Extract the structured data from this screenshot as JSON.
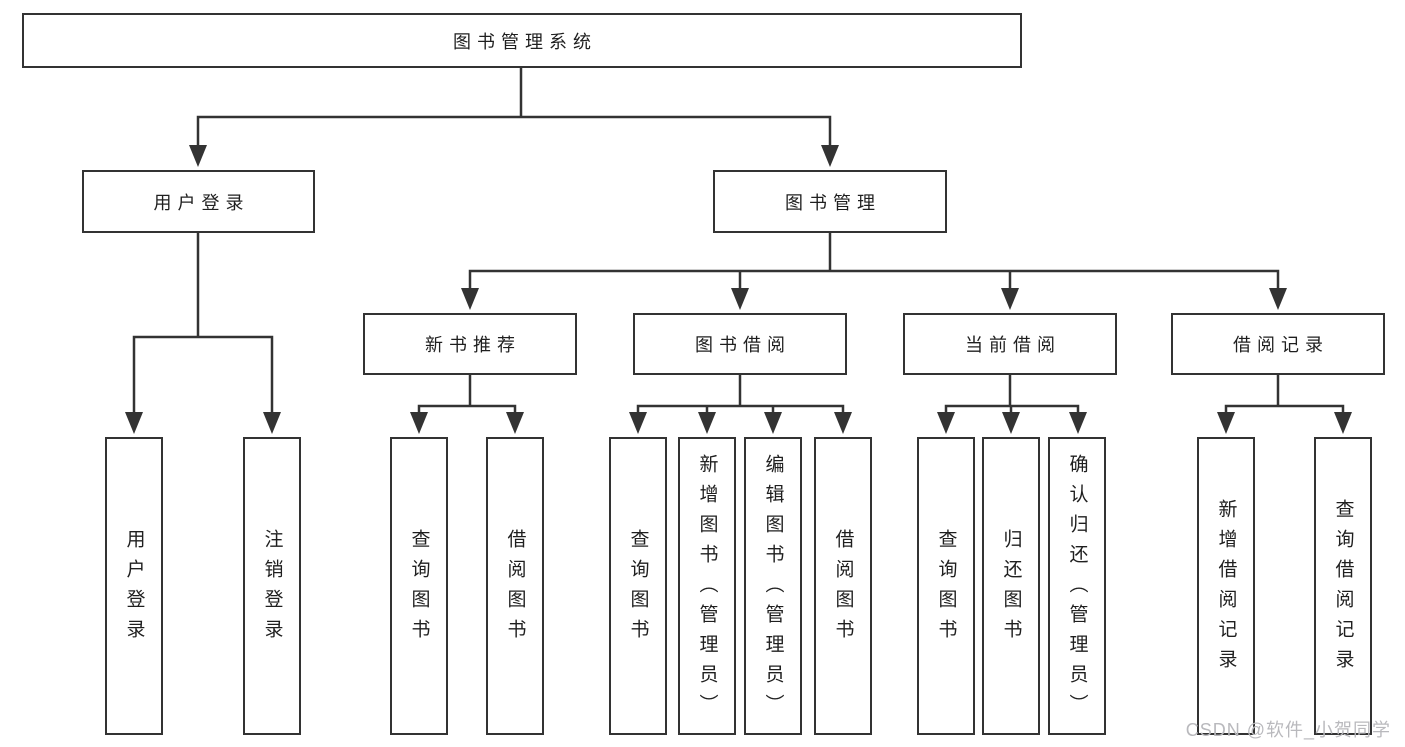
{
  "diagram": {
    "colors": {
      "line": "#333333",
      "text": "#1f1f1f",
      "watermark": "#b9b9bd",
      "background": "#ffffff"
    }
  },
  "tree": {
    "root": {
      "label": "图书管理系统"
    },
    "level2": [
      {
        "label": "用户登录"
      },
      {
        "label": "图书管理"
      }
    ],
    "level3": [
      {
        "label": "新书推荐"
      },
      {
        "label": "图书借阅"
      },
      {
        "label": "当前借阅"
      },
      {
        "label": "借阅记录"
      }
    ],
    "leaves": {
      "user_login": [
        "用户登录",
        "注销登录"
      ],
      "new_book_recommend": [
        "查询图书",
        "借阅图书"
      ],
      "book_borrow": [
        "查询图书",
        "新增图书（管理员）",
        "编辑图书（管理员）",
        "借阅图书"
      ],
      "current_borrow": [
        "查询图书",
        "归还图书",
        "确认归还（管理员）"
      ],
      "borrow_records": [
        "新增借阅记录",
        "查询借阅记录"
      ]
    }
  },
  "watermark": {
    "text": "CSDN @软件_小贺同学"
  }
}
